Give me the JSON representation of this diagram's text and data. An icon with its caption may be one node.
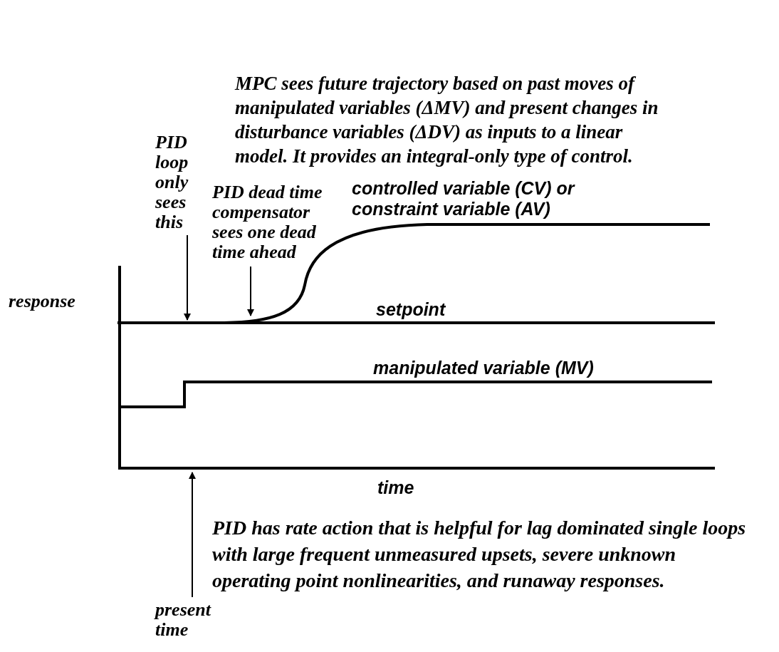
{
  "diagram": {
    "nodes": [
      {
        "text": [
          "PID loop only sees this"
        ]
      },
      {
        "text": [
          "PID dead time compensator sees one dead time ahead"
        ]
      },
      {
        "text": [
          "present time"
        ]
      }
    ],
    "edges": [
      {
        "from": 0,
        "to": null,
        "arrow": "to"
      },
      {
        "from": 1,
        "to": null,
        "arrow": "to"
      },
      {
        "from": 2,
        "to": null,
        "arrow": "to"
      }
    ],
    "labels": [
      "MPC sees future trajectory  based on past moves of manipulated variables (ΔMV) and present changes in disturbance variables (ΔDV) as inputs to a linear model. It provides an integral-only type of control.",
      "controlled variable (CV) or constraint variable (AV)",
      "response",
      "setpoint",
      "manipulated variable (MV)",
      "time",
      "PID has rate action that is helpful for lag dominated single loops with large frequent unmeasured upsets, severe unknown operating point nonlinearities, and runaway responses."
    ]
  }
}
